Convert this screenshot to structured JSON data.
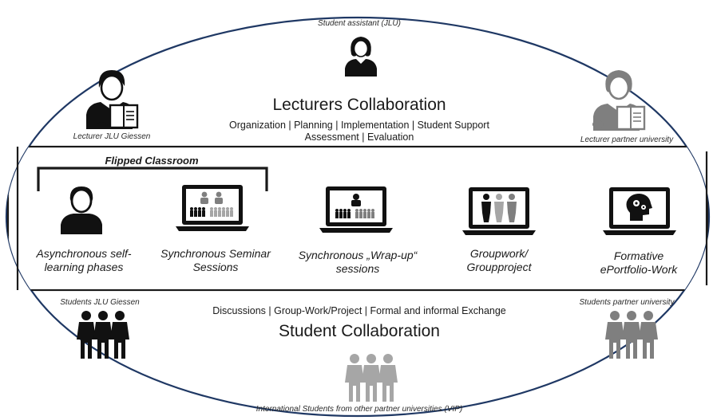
{
  "lecturers": {
    "student_assistant": "Student assistant (JLU)",
    "title": "Lecturers Collaboration",
    "line1": "Organization | Planning | Implementation | Student Support",
    "line2": "Assessment | Evaluation",
    "lecturer_left": "Lecturer JLU Giessen",
    "lecturer_right": "Lecturer partner university"
  },
  "modes": {
    "flipped_label": "Flipped Classroom",
    "items": [
      {
        "line1": "Asynchronous self-",
        "line2": "learning phases",
        "icon": "person-icon"
      },
      {
        "line1": "Synchronous Seminar",
        "line2": "Sessions",
        "icon": "laptop-seminar-icon"
      },
      {
        "line1": "Synchronous „Wrap-up“",
        "line2": "sessions",
        "icon": "laptop-wrapup-icon"
      },
      {
        "line1": "Groupwork/",
        "line2": "Groupproject",
        "icon": "laptop-groupwork-icon"
      },
      {
        "line1": "Formative",
        "line2": "ePortfolio-Work",
        "icon": "laptop-eportfolio-icon"
      }
    ]
  },
  "students": {
    "left_label": "Students JLU Giessen",
    "right_label": "Students partner university",
    "line1": "Discussions | Group-Work/Project | Formal and informal Exchange",
    "title": "Student Collaboration",
    "bottom_label": "International Students from other partner universities (VIP)"
  },
  "colors": {
    "dark": "#1a1a1a",
    "grey": "#7f7f7f",
    "lightgrey": "#a6a6a6",
    "border": "#1f3864"
  }
}
